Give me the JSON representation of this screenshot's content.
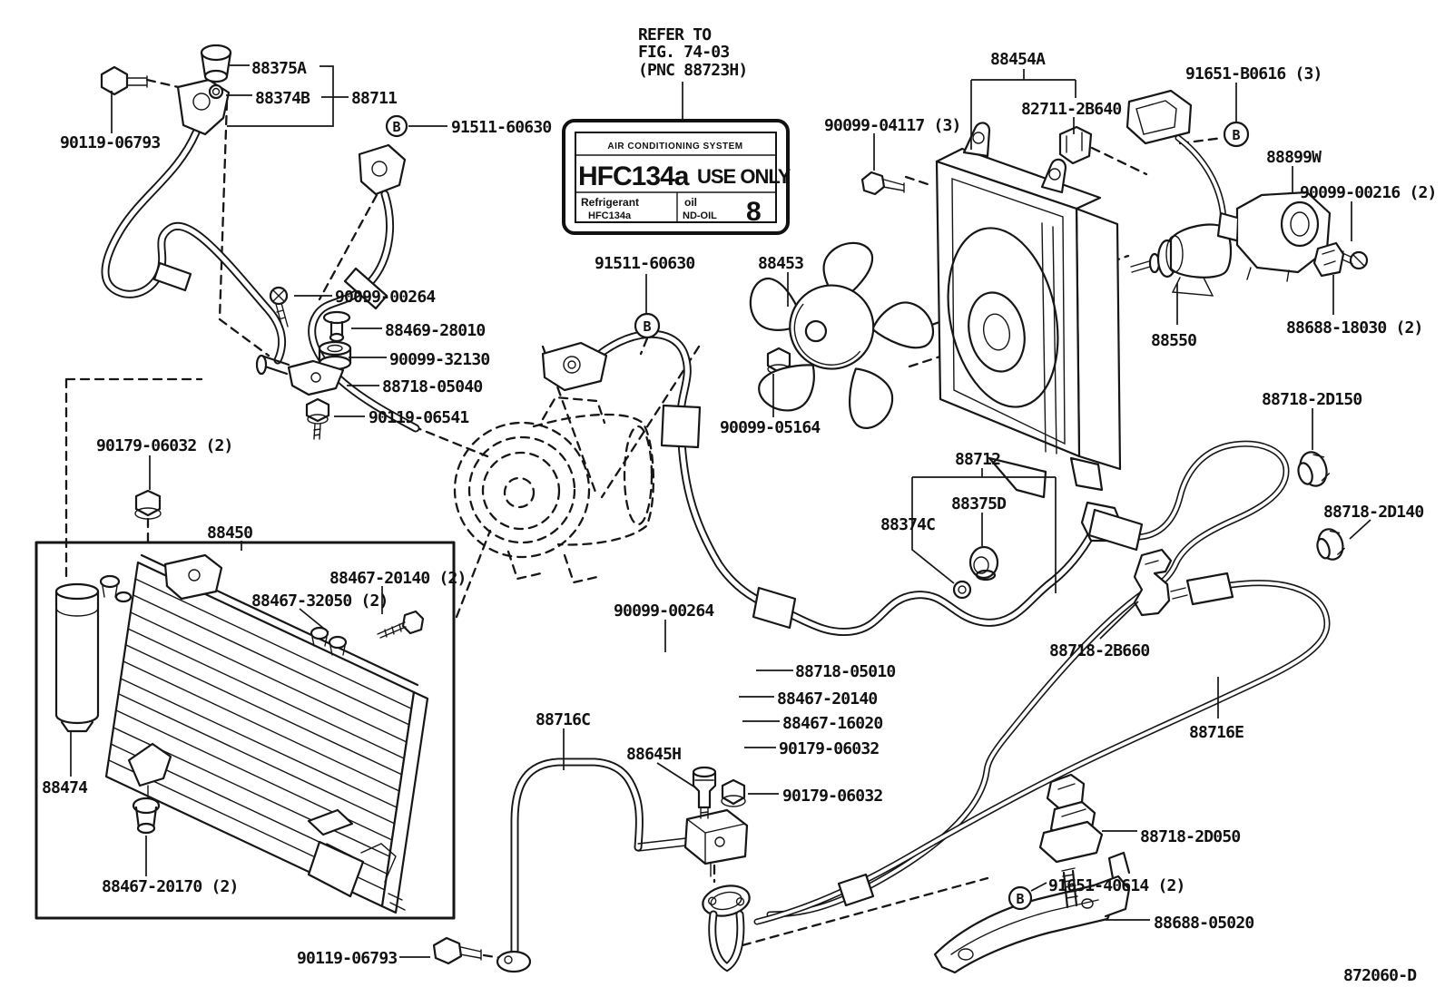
{
  "note": {
    "line1": "REFER TO",
    "line2": "FIG. 74-03",
    "line3": "(PNC 88723H)"
  },
  "drawing_number": "872060-D",
  "marker_letter": "B",
  "ac_label": {
    "header": "AIR CONDITIONING SYSTEM",
    "main": "HFC134a",
    "main2": "USE ONLY",
    "ref_title": "Refrigerant",
    "ref_value": "HFC134a",
    "oil_title": "oil",
    "oil_value": "ND-OIL",
    "badge": "8"
  },
  "labels": [
    "88375A",
    "88374B",
    "88711",
    "90119-06793",
    "91511-60630",
    "90099-00264",
    "88469-28010",
    "90099-32130",
    "88718-05040",
    "90119-06541",
    "90179-06032 (2)",
    "88450",
    "88467-20140 (2)",
    "88467-32050 (2)",
    "88474",
    "88467-20170 (2)",
    "90119-06793",
    "91511-60630",
    "88453",
    "90099-05164",
    "90099-04117 (3)",
    "88454A",
    "82711-2B640",
    "91651-B0616 (3)",
    "88899W",
    "90099-00216 (2)",
    "88688-18030 (2)",
    "88550",
    "88712",
    "88375D",
    "88374C",
    "88718-2D150",
    "88718-2D140",
    "90099-00264",
    "88718-05010",
    "88467-20140",
    "88467-16020",
    "90179-06032",
    "88716C",
    "88645H",
    "90179-06032",
    "88718-2B660",
    "88716E",
    "88718-2D050",
    "91651-40614 (2)",
    "88688-05020"
  ]
}
